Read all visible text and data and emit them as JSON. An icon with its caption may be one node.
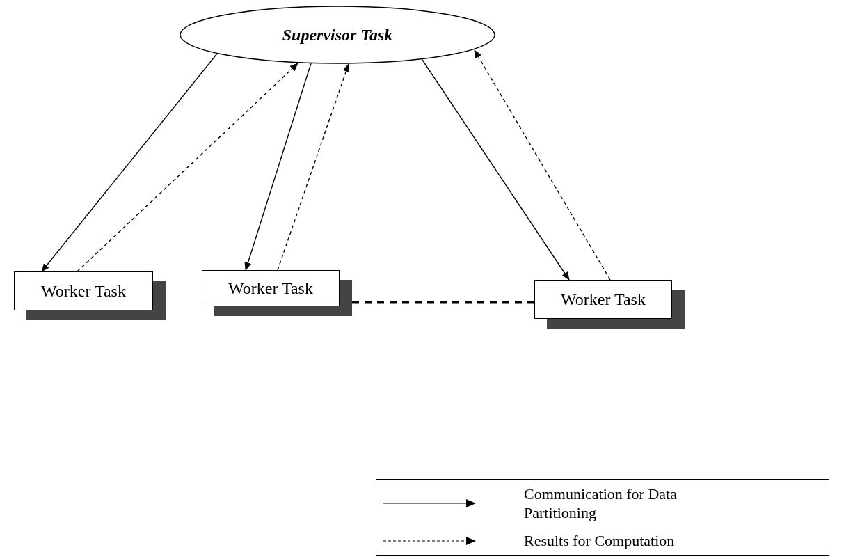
{
  "diagram": {
    "nodes": [
      {
        "text": [
          "Supervisor Task"
        ]
      },
      {
        "text": [
          "Worker Task"
        ]
      },
      {
        "text": [
          "Worker Task"
        ]
      },
      {
        "text": [
          "Worker Task"
        ]
      }
    ],
    "edges": [
      {
        "from": 0,
        "to": 1,
        "arrow": "to"
      },
      {
        "from": 1,
        "to": 0,
        "arrow": "to",
        "style": "dashed"
      },
      {
        "from": 0,
        "to": 2,
        "arrow": "to"
      },
      {
        "from": 2,
        "to": 0,
        "arrow": "to",
        "style": "dashed"
      },
      {
        "from": 0,
        "to": 3,
        "arrow": "to"
      },
      {
        "from": 3,
        "to": 0,
        "arrow": "to",
        "style": "dashed"
      },
      {
        "from": 2,
        "to": 3,
        "arrow": "none",
        "style": "dashed"
      }
    ],
    "legend": [
      {
        "text": "Communication for Data Partitioning"
      },
      {
        "text": "Results for Computation"
      }
    ]
  }
}
